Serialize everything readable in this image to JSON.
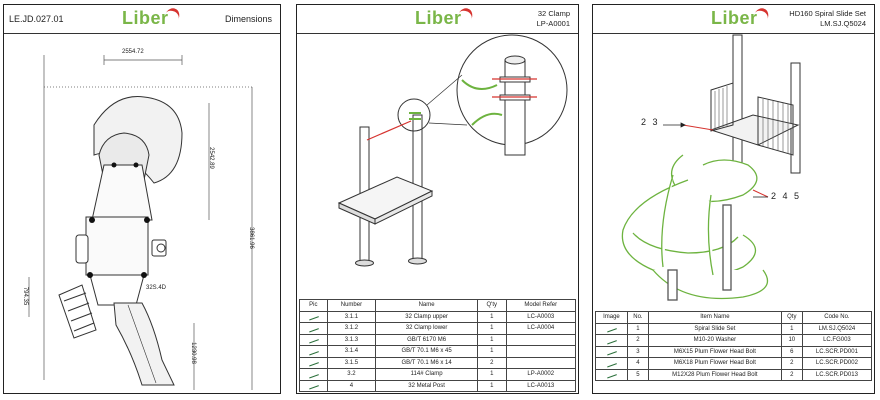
{
  "sheets": [
    {
      "logo": "Liber",
      "code": "LE.JD.027.01",
      "title": "Dimensions",
      "dims": {
        "width": "2554.72",
        "height1": "2542.89",
        "height_total": "3861.96",
        "left_small": "794.35",
        "right_side": "1230.98",
        "slide_note": "32S.4D"
      }
    },
    {
      "logo": "Liber",
      "title": "32 Clamp",
      "code": "LP-A0001",
      "table": {
        "headers": [
          "Pic",
          "Number",
          "Name",
          "Q'ty",
          "Model Refer"
        ],
        "rows": [
          [
            "3.1.1",
            "32 Clamp upper",
            "1",
            "LC-A0003"
          ],
          [
            "3.1.2",
            "32 Clamp lower",
            "1",
            "LC-A0004"
          ],
          [
            "3.1.3",
            "GB/T 6170 M6",
            "1",
            ""
          ],
          [
            "3.1.4",
            "GB/T 70.1 M6 x 45",
            "1",
            ""
          ],
          [
            "3.1.5",
            "GB/T 70.1 M6 x 14",
            "2",
            ""
          ],
          [
            "3.2",
            "114# Clamp",
            "1",
            "LP-A0002"
          ],
          [
            "4",
            "32 Metal Post",
            "1",
            "LC-A0013"
          ]
        ]
      }
    },
    {
      "logo": "Liber",
      "title": "HD160 Spiral Slide Set",
      "code": "LM.SJ.Q5024",
      "callouts": [
        "2 3",
        "2 4 5"
      ],
      "table": {
        "headers": [
          "Image",
          "No.",
          "Item Name",
          "Qty",
          "Code No."
        ],
        "rows": [
          [
            "1",
            "Spiral Slide Set",
            "1",
            "LM.SJ.Q5024"
          ],
          [
            "2",
            "M10-20 Washer",
            "10",
            "LC.FG003"
          ],
          [
            "3",
            "M6X15 Plum Flower Head Bolt",
            "6",
            "LC.SCR.PD001"
          ],
          [
            "4",
            "M6X18 Plum Flower Head Bolt",
            "2",
            "LC.SCR.PD002"
          ],
          [
            "5",
            "M12X28 Plum Flower Head Bolt",
            "2",
            "LC.SCR.PD013"
          ]
        ]
      }
    }
  ],
  "colors": {
    "line": "#333333",
    "green": "#6db33f",
    "red": "#d6332f",
    "accent_green_fill": "#d9efc8"
  },
  "icons": [
    "bolt-icon",
    "washer-icon",
    "slide-icon",
    "clamp-icon"
  ]
}
